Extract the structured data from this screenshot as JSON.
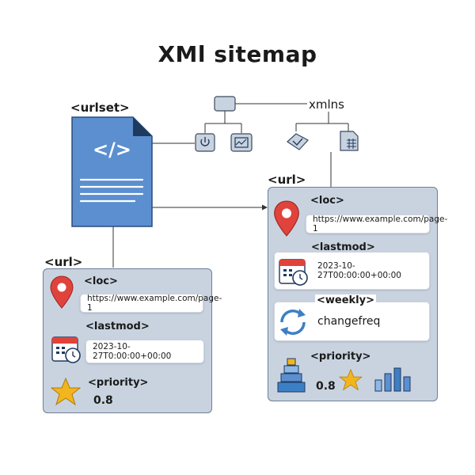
{
  "title": "XMl sitemap",
  "tags": {
    "urlset": "<urlset>",
    "xmlns": "xmlns",
    "url_left": "<url>",
    "url_right": "<url>"
  },
  "left_url": {
    "loc_label": "<loc>",
    "loc_value": "https://www.example.com/page-1",
    "lastmod_label": "<lastmod>",
    "lastmod_value": "2023-10-27T0:00:00+00:00",
    "priority_label": "<priority>",
    "priority_value": "0.8"
  },
  "right_url": {
    "loc_label": "<loc>",
    "loc_value": "https://www.example.com/page-1",
    "lastmod_label": "<lastmod>",
    "lastmod_value": "2023-10-27T00:00:00+00:00",
    "changefreq_label": "<weekly>",
    "changefreq_value": "changefreq",
    "priority_label": "<priority>",
    "priority_value": "0.8"
  },
  "doc_icon_text": "</>",
  "colors": {
    "panel_bg": "#c9d3e0",
    "panel_border": "#6e7f95",
    "doc_blue": "#5b8fd0",
    "pin_red": "#e0433b",
    "star_gold": "#f2b51d",
    "cycle_blue": "#3d7fc4"
  },
  "icons": [
    "document-code-icon",
    "hierarchy-icon",
    "map-pin-icon",
    "calendar-clock-icon",
    "star-icon",
    "refresh-cycle-icon",
    "bar-chart-icon",
    "pyramid-icon"
  ]
}
